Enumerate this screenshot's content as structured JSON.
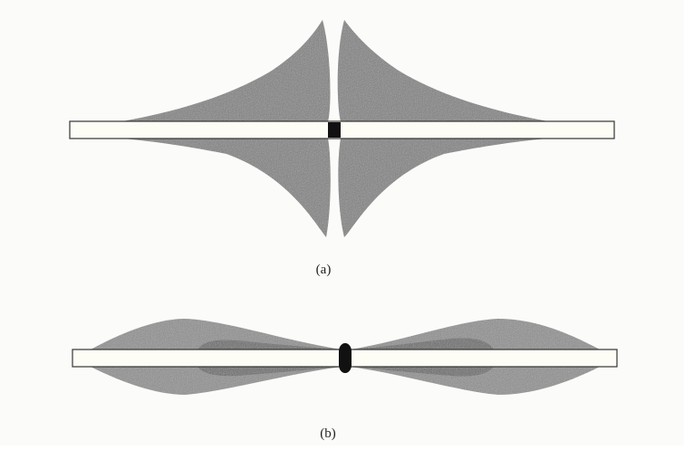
{
  "panels": [
    {
      "id": "a",
      "caption": "(a)"
    },
    {
      "id": "b",
      "caption": "(b)"
    }
  ],
  "colors": {
    "background": "#fbfbf9",
    "shape_fill": "#7a7a7a",
    "shape_inner": "#5f5f5f",
    "bar_fill": "#fdfdf6",
    "bar_stroke": "#333333",
    "center_element": "#111111"
  }
}
